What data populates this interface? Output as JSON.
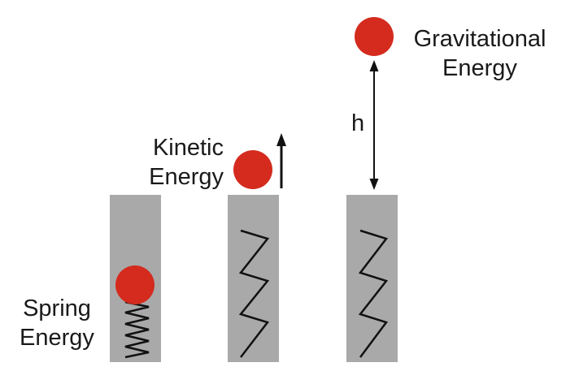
{
  "labels": {
    "spring": [
      "Spring",
      "Energy"
    ],
    "kinetic": [
      "Kinetic",
      "Energy"
    ],
    "gravitational": [
      "Gravitational",
      "Energy"
    ],
    "height": "h"
  },
  "colors": {
    "ball": "#d42b1e",
    "tube": "#a9a9a9",
    "spring": "#111111",
    "arrow": "#111111",
    "text": "#1a1a1a"
  }
}
